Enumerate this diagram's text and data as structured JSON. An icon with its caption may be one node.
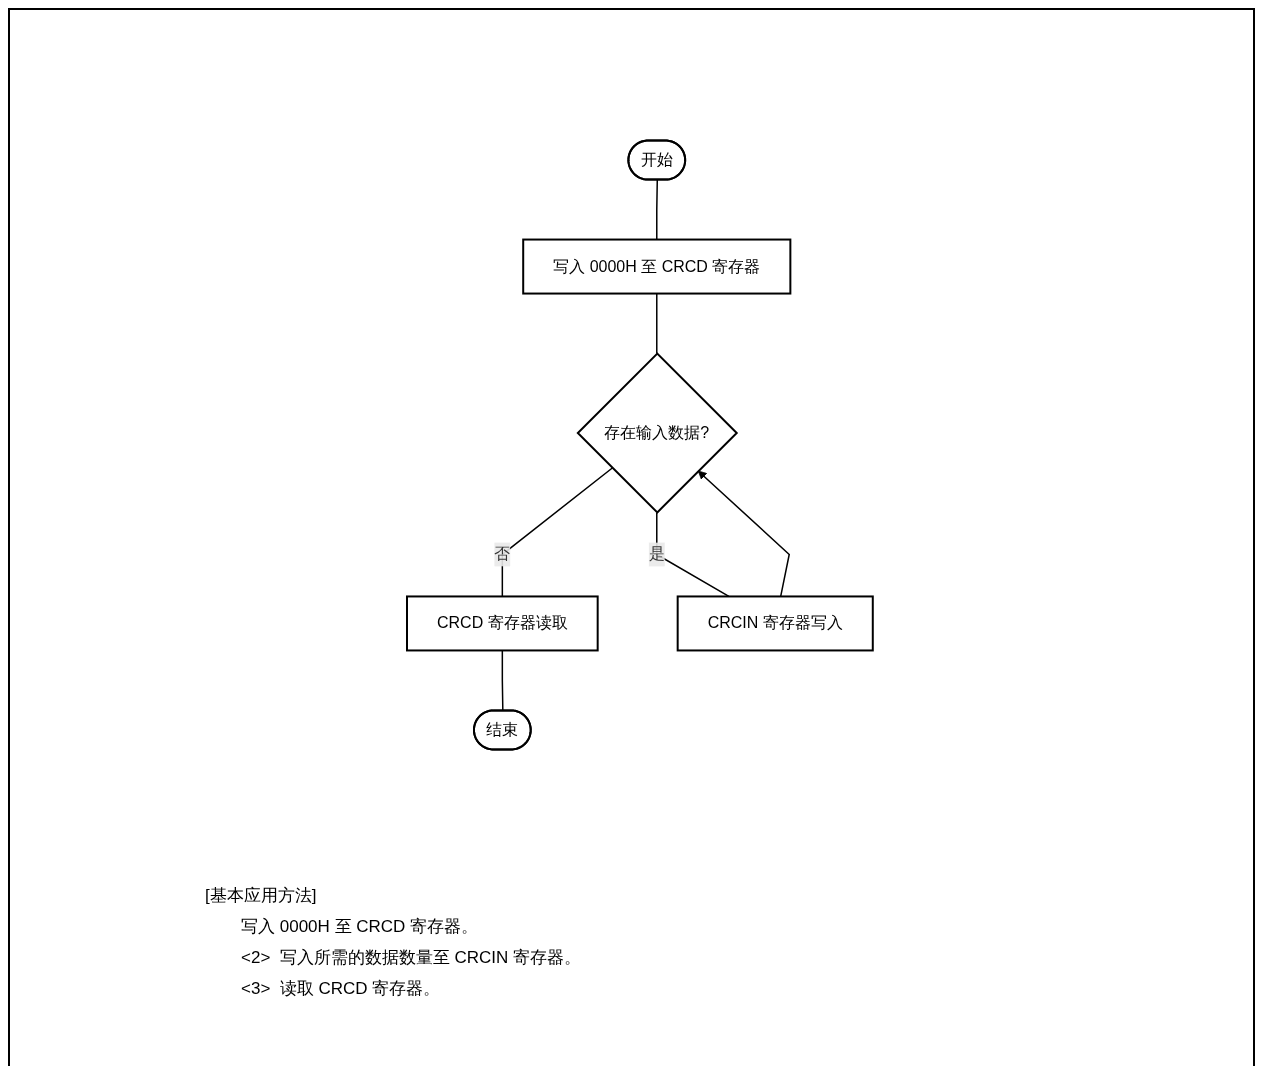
{
  "diagram": {
    "nodes": [
      {
        "text": [
          "开始"
        ]
      },
      {
        "text": [
          "写入 0000H 至 CRCD 寄存器"
        ]
      },
      {
        "text": [
          "存在输入数据?"
        ]
      },
      {
        "text": [
          "CRCD 寄存器读取"
        ]
      },
      {
        "text": [
          "CRCIN 寄存器写入"
        ]
      },
      {
        "text": [
          "结束"
        ]
      }
    ],
    "edges": [
      {
        "from": 0,
        "to": 1,
        "arrow": "none"
      },
      {
        "from": 1,
        "to": 2,
        "arrow": "none"
      },
      {
        "from": 2,
        "to": 3,
        "label": "否",
        "arrow": "none"
      },
      {
        "from": 2,
        "to": 4,
        "label": "是",
        "arrow": "none"
      },
      {
        "from": 4,
        "to": 2,
        "arrow": "to"
      },
      {
        "from": 3,
        "to": 5,
        "arrow": "none"
      }
    ],
    "labels": [
      "[基本应用方法]",
      "写入 0000H 至 CRCD 寄存器。",
      "<2>  写入所需的数据数量至 CRCIN 寄存器。",
      "<3>  读取 CRCD 寄存器。"
    ]
  }
}
